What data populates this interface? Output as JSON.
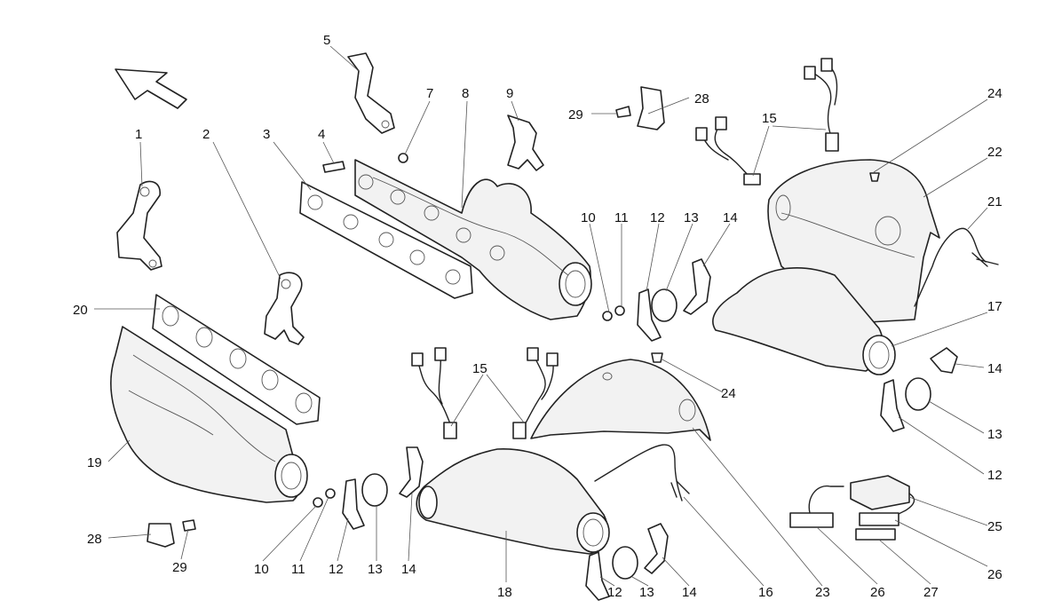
{
  "callouts": [
    {
      "id": "c1",
      "text": "1"
    },
    {
      "id": "c2",
      "text": "2"
    },
    {
      "id": "c3",
      "text": "3"
    },
    {
      "id": "c4",
      "text": "4"
    },
    {
      "id": "c5",
      "text": "5"
    },
    {
      "id": "c7",
      "text": "7"
    },
    {
      "id": "c8",
      "text": "8"
    },
    {
      "id": "c9",
      "text": "9"
    },
    {
      "id": "c29a",
      "text": "29"
    },
    {
      "id": "c28a",
      "text": "28"
    },
    {
      "id": "c15a",
      "text": "15"
    },
    {
      "id": "c24a",
      "text": "24"
    },
    {
      "id": "c22",
      "text": "22"
    },
    {
      "id": "c21",
      "text": "21"
    },
    {
      "id": "c10a",
      "text": "10"
    },
    {
      "id": "c11a",
      "text": "11"
    },
    {
      "id": "c12a",
      "text": "12"
    },
    {
      "id": "c13a",
      "text": "13"
    },
    {
      "id": "c14a",
      "text": "14"
    },
    {
      "id": "c17",
      "text": "17"
    },
    {
      "id": "c20",
      "text": "20"
    },
    {
      "id": "c15b",
      "text": "15"
    },
    {
      "id": "c24b",
      "text": "24"
    },
    {
      "id": "c14b",
      "text": "14"
    },
    {
      "id": "c13b",
      "text": "13"
    },
    {
      "id": "c12b",
      "text": "12"
    },
    {
      "id": "c19",
      "text": "19"
    },
    {
      "id": "c28b",
      "text": "28"
    },
    {
      "id": "c29b",
      "text": "29"
    },
    {
      "id": "c10b",
      "text": "10"
    },
    {
      "id": "c11b",
      "text": "11"
    },
    {
      "id": "c12c",
      "text": "12"
    },
    {
      "id": "c13c",
      "text": "13"
    },
    {
      "id": "c14c",
      "text": "14"
    },
    {
      "id": "c18",
      "text": "18"
    },
    {
      "id": "c12d",
      "text": "12"
    },
    {
      "id": "c13d",
      "text": "13"
    },
    {
      "id": "c14d",
      "text": "14"
    },
    {
      "id": "c16",
      "text": "16"
    },
    {
      "id": "c23",
      "text": "23"
    },
    {
      "id": "c26a",
      "text": "26"
    },
    {
      "id": "c27",
      "text": "27"
    },
    {
      "id": "c25",
      "text": "25"
    },
    {
      "id": "c26b",
      "text": "26"
    }
  ]
}
